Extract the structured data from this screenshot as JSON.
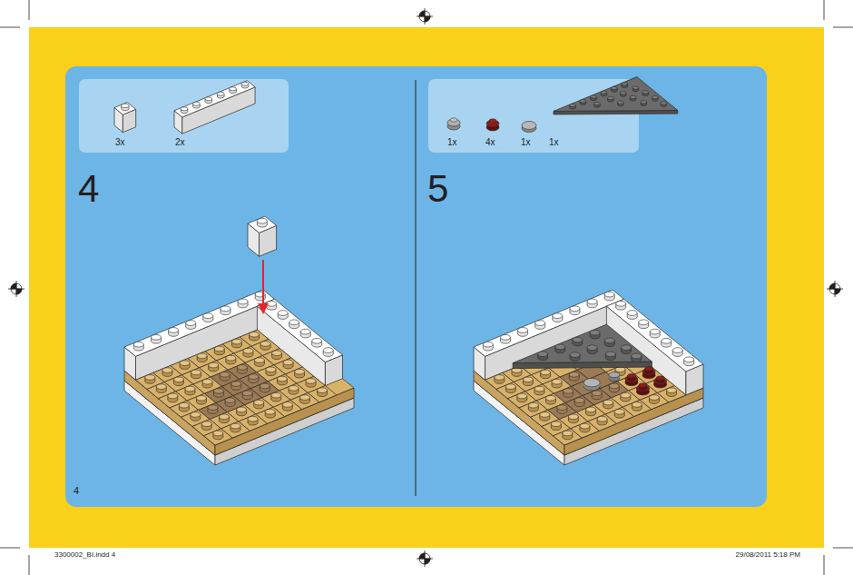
{
  "diagram": {
    "nodes": [
      {
        "text": [
          "3x",
          "2x"
        ]
      },
      {
        "text": [
          "1x",
          "4x",
          "1x",
          "1x"
        ]
      }
    ],
    "labels": [
      "4",
      "5",
      "4",
      "3300002_BI.indd 4",
      "29/08/2011 5:18 PM"
    ]
  }
}
